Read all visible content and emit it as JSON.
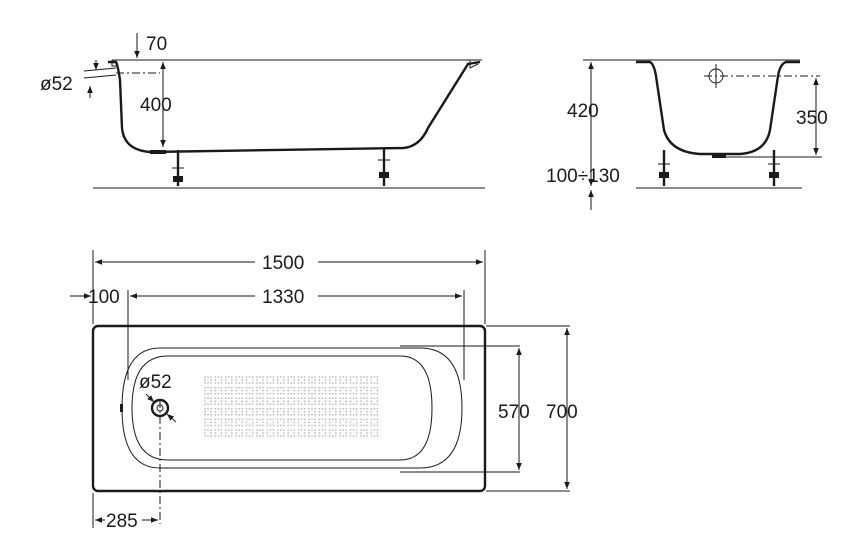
{
  "side_view": {
    "depth_top_label": "70",
    "drain_diameter_label": "ø52",
    "overflow_height_label": "400"
  },
  "end_view": {
    "height_label": "420",
    "inner_depth_label": "350",
    "leg_range_label": "100÷130"
  },
  "plan_view": {
    "length_label": "1500",
    "inner_length_label": "1330",
    "offset_label": "100",
    "drain_diameter_label": "ø52",
    "inner_width_label": "570",
    "width_label": "700",
    "drain_offset_label": "285"
  }
}
